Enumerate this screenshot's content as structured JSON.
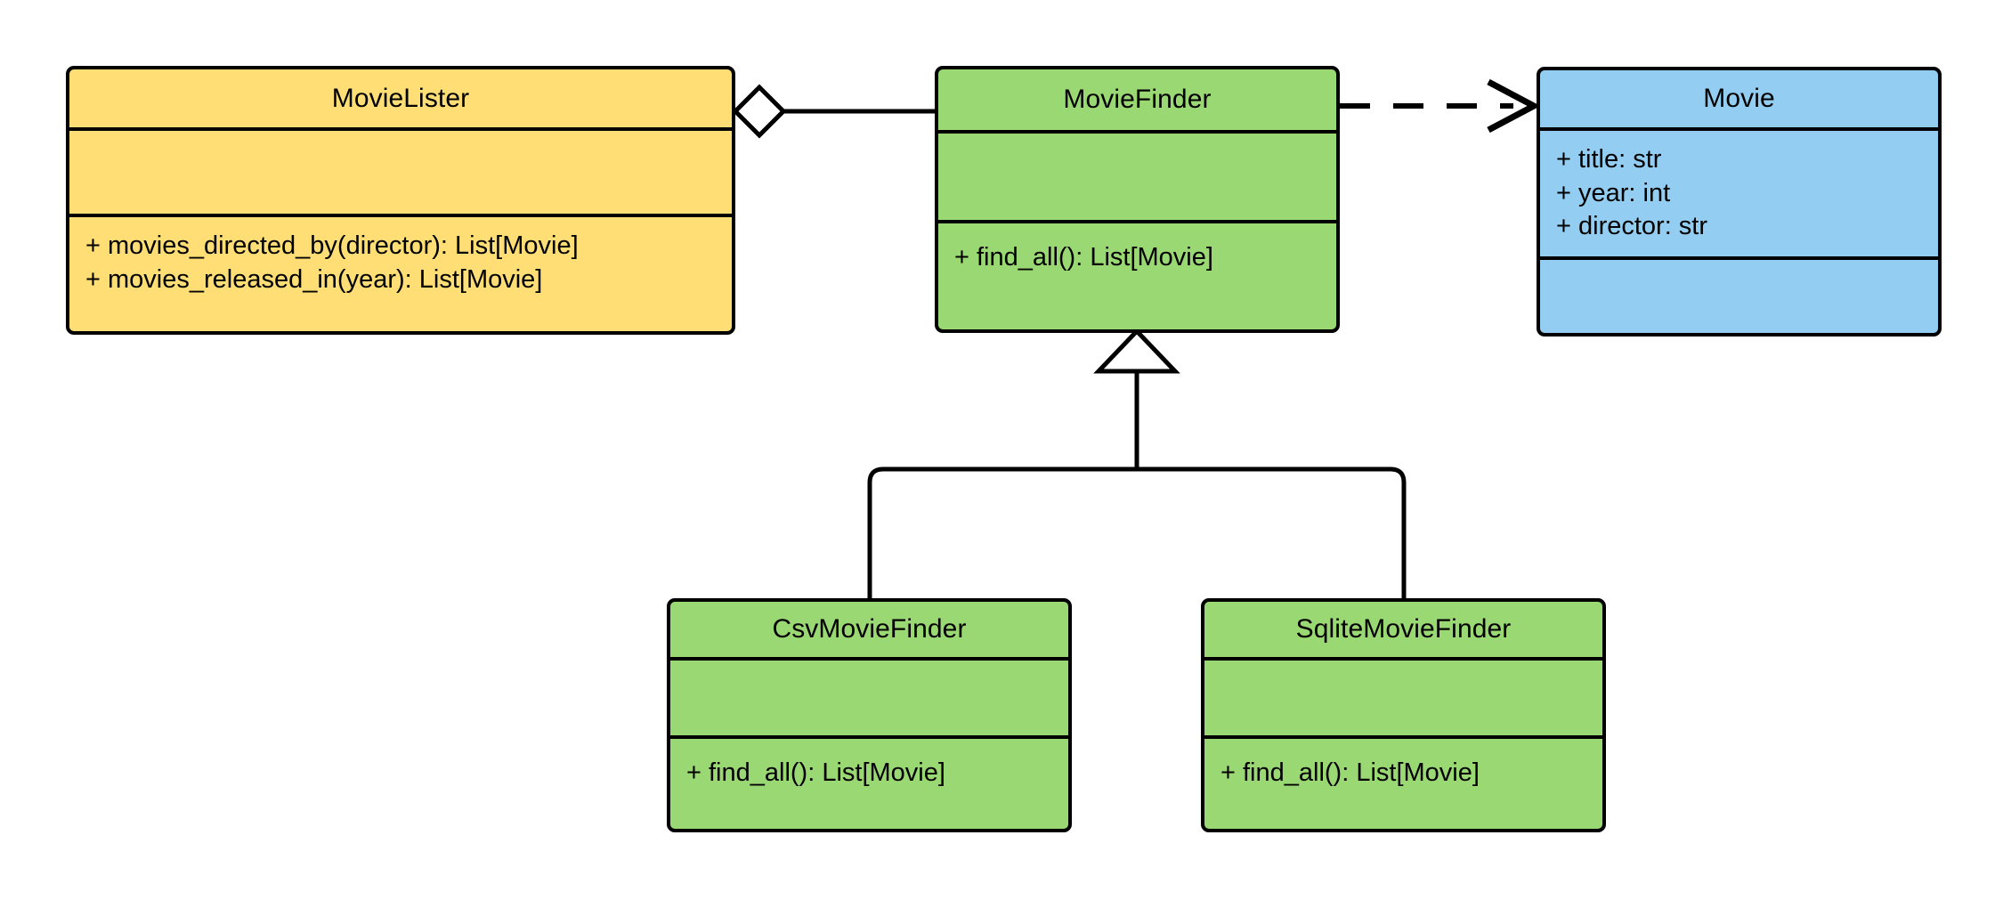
{
  "diagram": {
    "title": "MovieLister UML class diagram",
    "type": "uml-class-diagram",
    "background": "#ffffff",
    "line_color": "#000000"
  },
  "colors": {
    "yellow": "#ffde75",
    "green": "#99d873",
    "blue": "#93cef2",
    "stroke": "#000000"
  },
  "classes": {
    "movie_lister": {
      "name": "MovieLister",
      "fill": "#ffde75",
      "attributes": [],
      "methods": [
        "+ movies_directed_by(director): List[Movie]",
        "+ movies_released_in(year): List[Movie]"
      ]
    },
    "movie_finder": {
      "name": "MovieFinder",
      "fill": "#99d873",
      "attributes": [],
      "methods": [
        "+ find_all(): List[Movie]"
      ]
    },
    "movie": {
      "name": "Movie",
      "fill": "#93cef2",
      "attributes": [
        "+ title: str",
        "+ year: int",
        "+ director: str"
      ],
      "methods": []
    },
    "csv_movie_finder": {
      "name": "CsvMovieFinder",
      "fill": "#99d873",
      "attributes": [],
      "methods": [
        "+ find_all(): List[Movie]"
      ]
    },
    "sqlite_movie_finder": {
      "name": "SqliteMovieFinder",
      "fill": "#99d873",
      "attributes": [],
      "methods": [
        "+ find_all(): List[Movie]"
      ]
    }
  },
  "relationships": [
    {
      "id": "aggregation-lister-finder",
      "kind": "aggregation",
      "source": "MovieLister",
      "target": "MovieFinder",
      "line": "solid",
      "source_decoration": "hollow-diamond",
      "target_decoration": "none",
      "label": ""
    },
    {
      "id": "dependency-finder-movie",
      "kind": "dependency",
      "source": "MovieFinder",
      "target": "Movie",
      "line": "dashed",
      "source_decoration": "none",
      "target_decoration": "open-arrow",
      "label": ""
    },
    {
      "id": "generalization-csv-finder",
      "kind": "generalization",
      "source": "CsvMovieFinder",
      "target": "MovieFinder",
      "line": "solid",
      "source_decoration": "none",
      "target_decoration": "hollow-triangle",
      "label": ""
    },
    {
      "id": "generalization-sqlite-finder",
      "kind": "generalization",
      "source": "SqliteMovieFinder",
      "target": "MovieFinder",
      "line": "solid",
      "source_decoration": "none",
      "target_decoration": "hollow-triangle",
      "label": ""
    }
  ]
}
